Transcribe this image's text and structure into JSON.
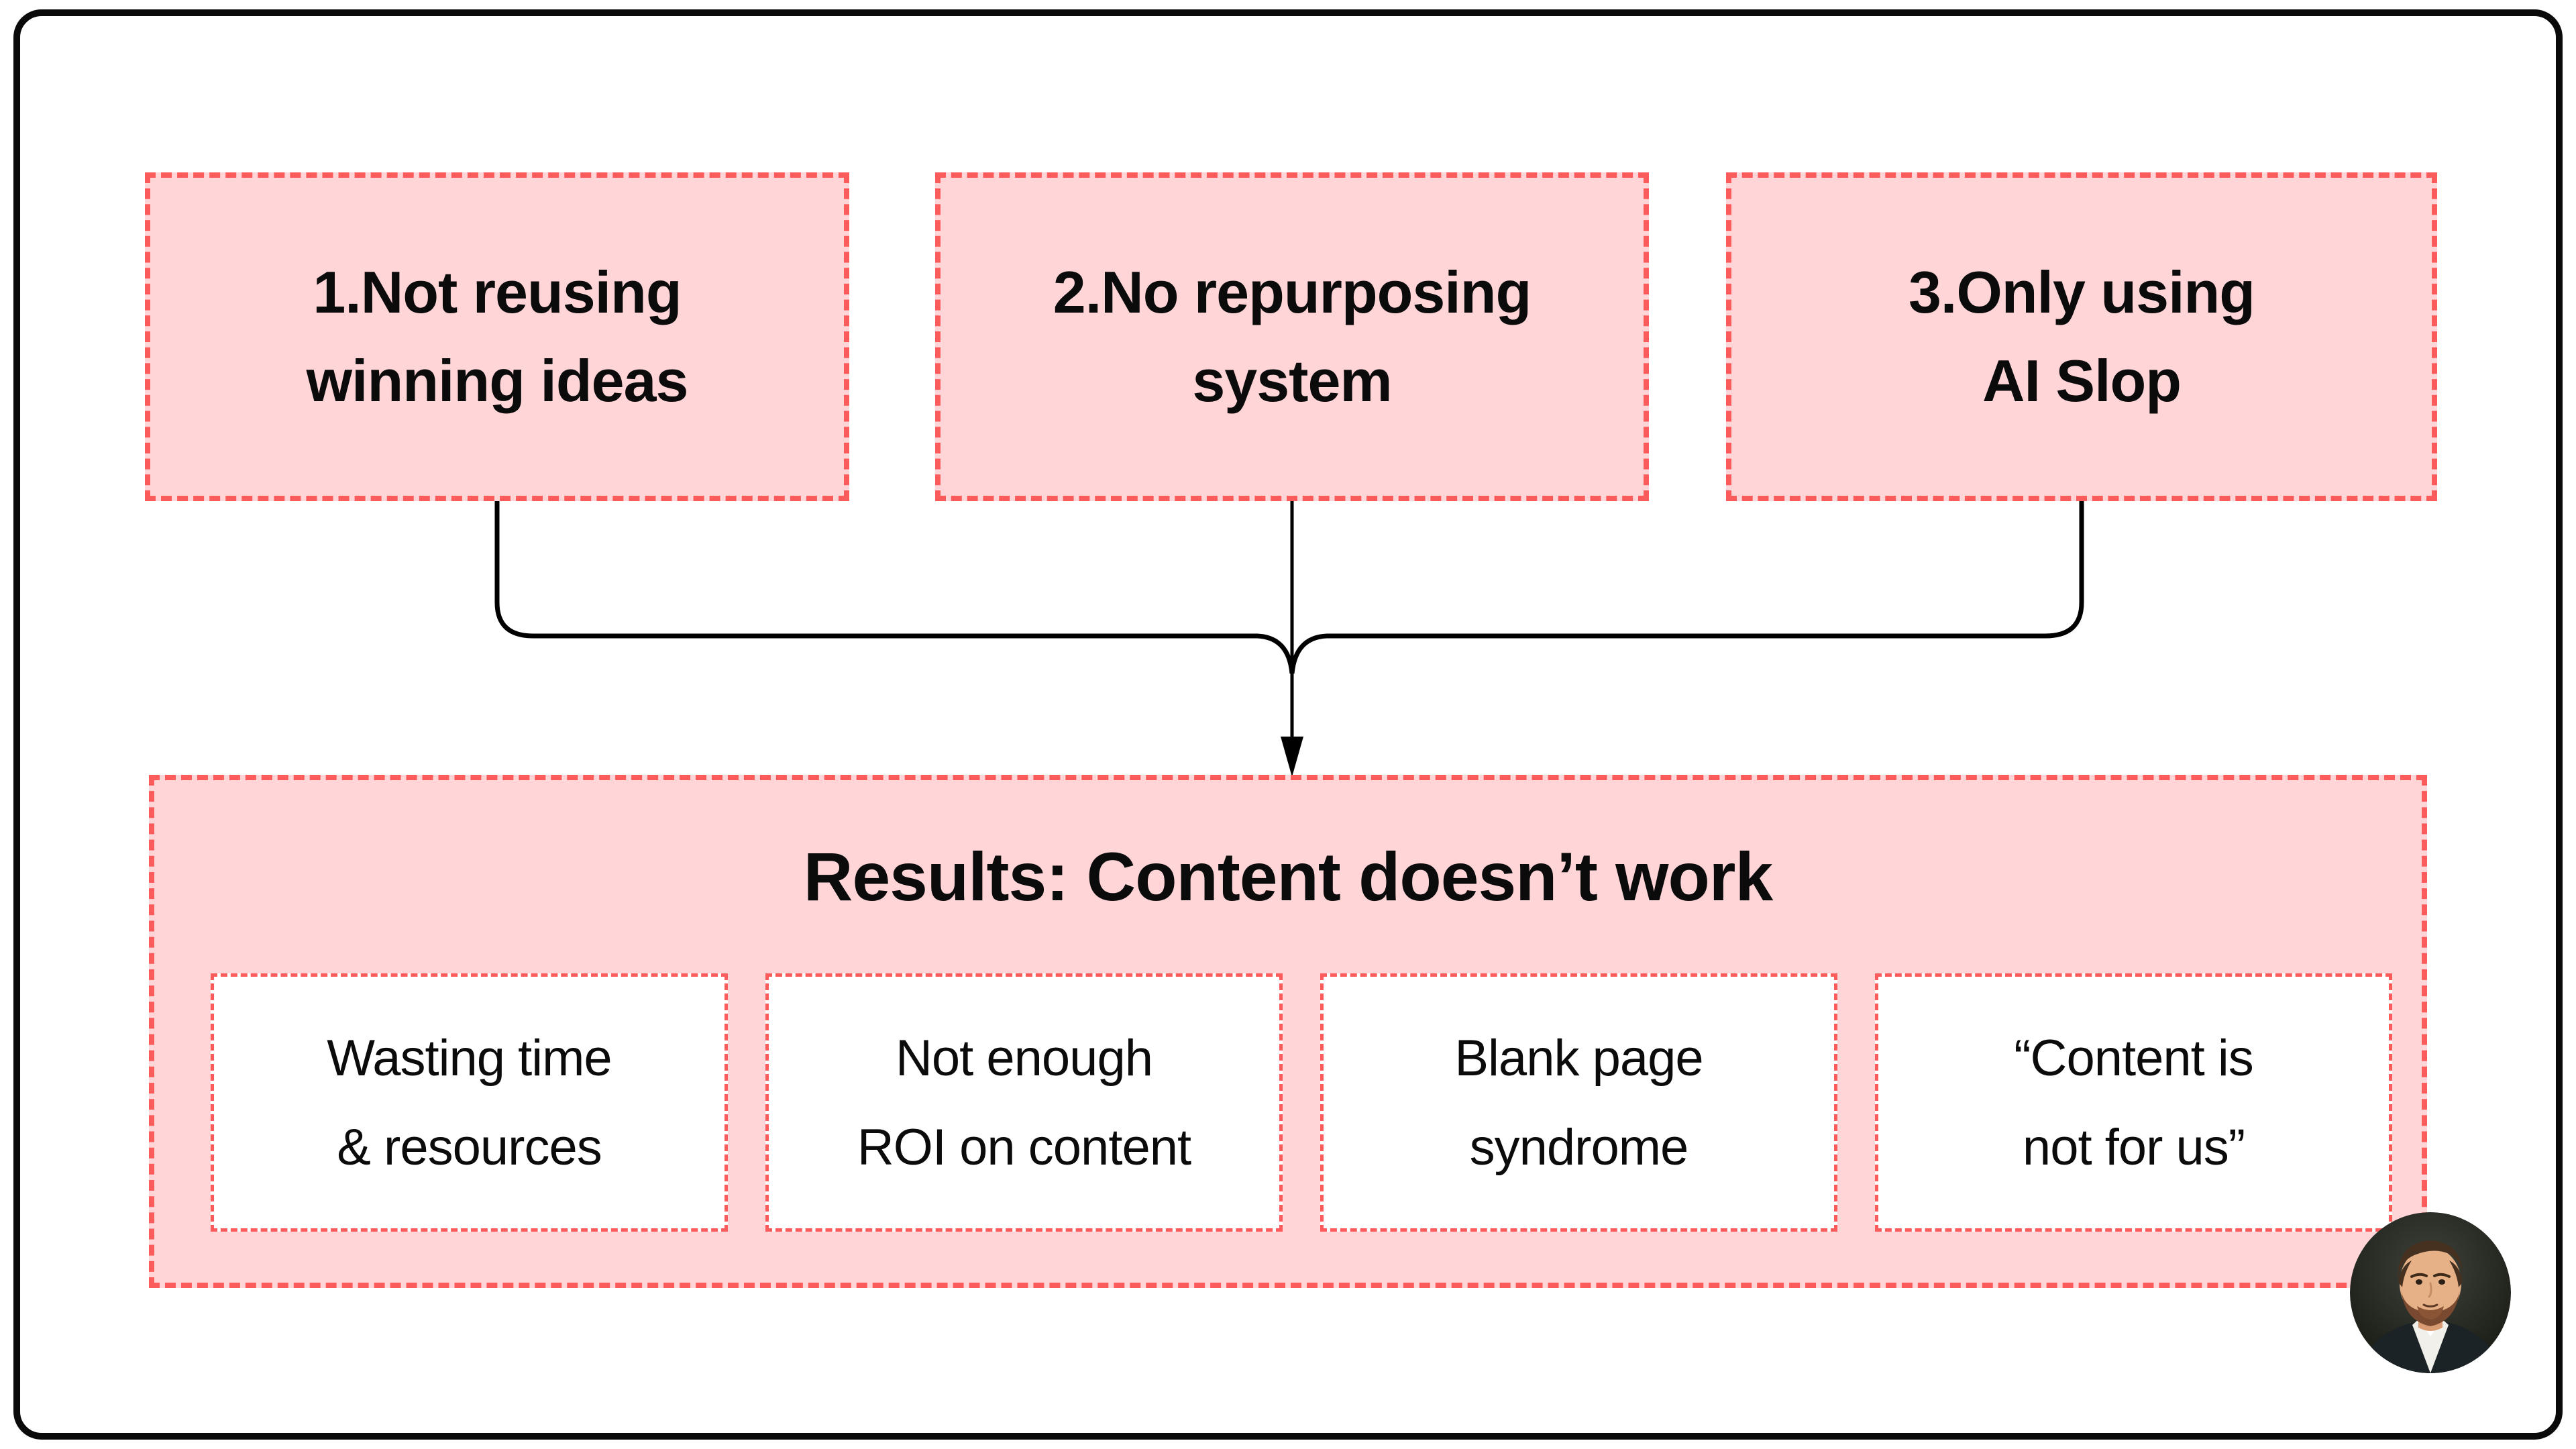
{
  "colors": {
    "accent_red": "#fb5b5b",
    "pink_fill": "#ffd5d8",
    "box_text": "#0b0b0b",
    "connector": "#000000",
    "frame": "#0a0a0a",
    "background": "#ffffff"
  },
  "problem_boxes": [
    {
      "label": "1.Not reusing\nwinning ideas"
    },
    {
      "label": "2.No repurposing\nsystem"
    },
    {
      "label": "3.Only using\nAI Slop"
    }
  ],
  "results": {
    "title": "Results: Content doesn’t work",
    "items": [
      {
        "label": "Wasting time\n& resources"
      },
      {
        "label": "Not enough\nROI on content"
      },
      {
        "label": "Blank page\nsyndrome"
      },
      {
        "label": "“Content is\nnot for us”"
      }
    ]
  },
  "avatar": {
    "icon": "person-portrait-photo"
  }
}
